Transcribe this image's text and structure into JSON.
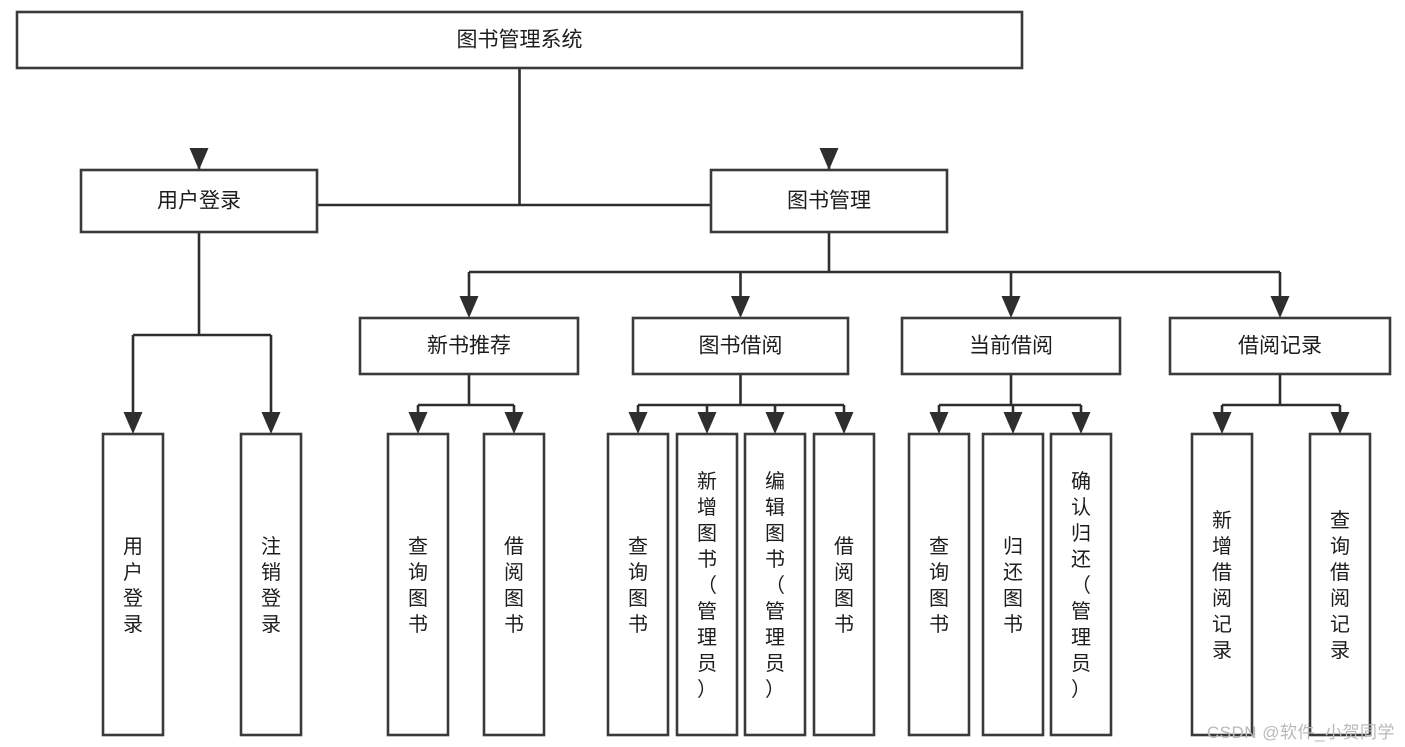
{
  "diagram": {
    "type": "tree-hierarchy",
    "title": "图书管理系统",
    "colors": {
      "box_stroke": "#3a3a3a",
      "box_fill": "#ffffff",
      "connector": "#2e2e2e",
      "text": "#1d1d1d",
      "background": "#ffffff",
      "watermark": "#b9b9b9"
    },
    "root": {
      "id": "root",
      "label": "图书管理系统",
      "orientation": "horizontal"
    },
    "level2": [
      {
        "id": "user-login",
        "label": "用户登录",
        "orientation": "horizontal"
      },
      {
        "id": "book-management",
        "label": "图书管理",
        "orientation": "horizontal"
      }
    ],
    "level3": [
      {
        "id": "new-book-recommend",
        "label": "新书推荐",
        "orientation": "horizontal",
        "parent": "book-management"
      },
      {
        "id": "book-borrow",
        "label": "图书借阅",
        "orientation": "horizontal",
        "parent": "book-management"
      },
      {
        "id": "current-borrow",
        "label": "当前借阅",
        "orientation": "horizontal",
        "parent": "book-management"
      },
      {
        "id": "borrow-record",
        "label": "借阅记录",
        "orientation": "horizontal",
        "parent": "book-management"
      }
    ],
    "leaves": [
      {
        "id": "leaf-user-login",
        "label": "用户登录",
        "orientation": "vertical",
        "parent": "user-login"
      },
      {
        "id": "leaf-user-logout",
        "label": "注销登录",
        "orientation": "vertical",
        "parent": "user-login"
      },
      {
        "id": "leaf-query-book-1",
        "label": "查询图书",
        "orientation": "vertical",
        "parent": "new-book-recommend"
      },
      {
        "id": "leaf-borrow-book-1",
        "label": "借阅图书",
        "orientation": "vertical",
        "parent": "new-book-recommend"
      },
      {
        "id": "leaf-query-book-2",
        "label": "查询图书",
        "orientation": "vertical",
        "parent": "book-borrow"
      },
      {
        "id": "leaf-add-book",
        "label": "新增图书（管理员）",
        "orientation": "vertical",
        "parent": "book-borrow"
      },
      {
        "id": "leaf-edit-book",
        "label": "编辑图书（管理员）",
        "orientation": "vertical",
        "parent": "book-borrow"
      },
      {
        "id": "leaf-borrow-book-2",
        "label": "借阅图书",
        "orientation": "vertical",
        "parent": "book-borrow"
      },
      {
        "id": "leaf-query-book-3",
        "label": "查询图书",
        "orientation": "vertical",
        "parent": "current-borrow"
      },
      {
        "id": "leaf-return-book",
        "label": "归还图书",
        "orientation": "vertical",
        "parent": "current-borrow"
      },
      {
        "id": "leaf-confirm-return",
        "label": "确认归还（管理员）",
        "orientation": "vertical",
        "parent": "current-borrow"
      },
      {
        "id": "leaf-add-record",
        "label": "新增借阅记录",
        "orientation": "vertical",
        "parent": "borrow-record"
      },
      {
        "id": "leaf-query-record",
        "label": "查询借阅记录",
        "orientation": "vertical",
        "parent": "borrow-record"
      }
    ],
    "watermark": "CSDN @软件_小贺同学"
  }
}
